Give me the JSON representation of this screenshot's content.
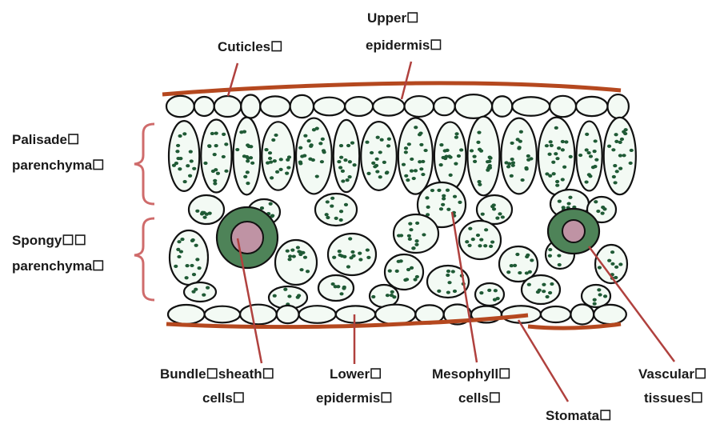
{
  "labels": {
    "cuticles": "Cuticles☐",
    "upper_epidermis": [
      "Upper☐",
      "epidermis☐"
    ],
    "palisade": [
      "Palisade☐",
      "parenchyma☐"
    ],
    "spongy": [
      "Spongy☐☐",
      "parenchyma☐"
    ],
    "bundle_sheath": [
      "Bundle☐sheath☐",
      "cells☐"
    ],
    "lower_epidermis": [
      "Lower☐",
      "epidermis☐"
    ],
    "mesophyll": [
      "Mesophyll☐",
      "cells☐"
    ],
    "stomata": "Stomata☐",
    "vascular": [
      "Vascular☐",
      "tissues☐"
    ]
  },
  "colors": {
    "cuticle": "#b5481f",
    "leader": "#b0413e",
    "brace": "#cf6b6b",
    "cell_fill": "#f3faf4",
    "chloroplast": "#1f5a35",
    "sheath": "#4e8358",
    "vascular": "#bf93a4"
  }
}
